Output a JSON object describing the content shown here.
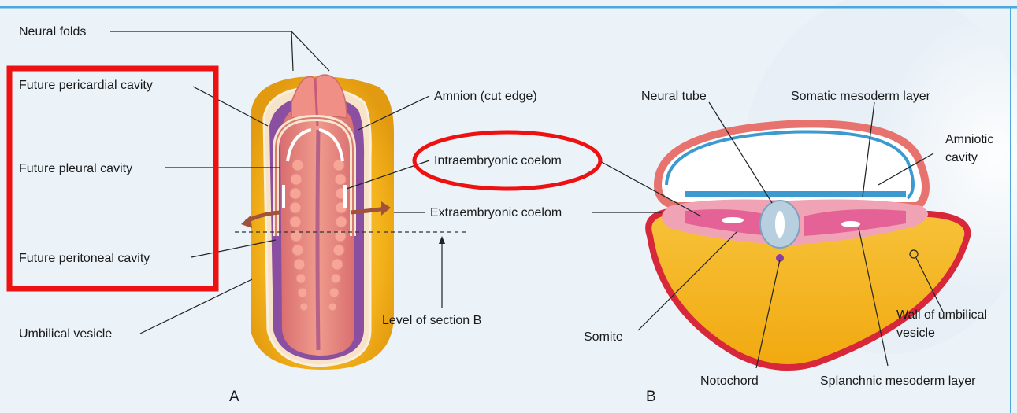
{
  "panels": {
    "a": {
      "letter": "A",
      "labels": {
        "neural_folds": "Neural folds",
        "future_pericardial": "Future pericardial cavity",
        "future_pleural": "Future pleural cavity",
        "future_peritoneal": "Future peritoneal cavity",
        "umbilical_vesicle": "Umbilical vesicle",
        "amnion": "Amnion (cut edge)",
        "intraembryonic": "Intraembryonic coelom",
        "extraembryonic": "Extraembryonic coelom",
        "level_section": "Level of section B"
      }
    },
    "b": {
      "letter": "B",
      "labels": {
        "neural_tube": "Neural tube",
        "somatic": "Somatic mesoderm layer",
        "amniotic_1": "Amniotic",
        "amniotic_2": "cavity",
        "somite": "Somite",
        "notochord": "Notochord",
        "splanchnic": "Splanchnic mesoderm layer",
        "wall_1": "Wall of umbilical",
        "wall_2": "vesicle"
      }
    }
  },
  "highlights": {
    "box_color": "#ee1111",
    "ellipse_color": "#ee1111"
  },
  "colors": {
    "frame_blue": "#4aa8dc",
    "background_tint": "#e9f1f7",
    "yolk": "#f3b21a",
    "embryo_pink": "#e98b82",
    "purple": "#8a4fa0",
    "red_wall": "#d8263a",
    "amnion_blue": "#3d9ad1"
  }
}
